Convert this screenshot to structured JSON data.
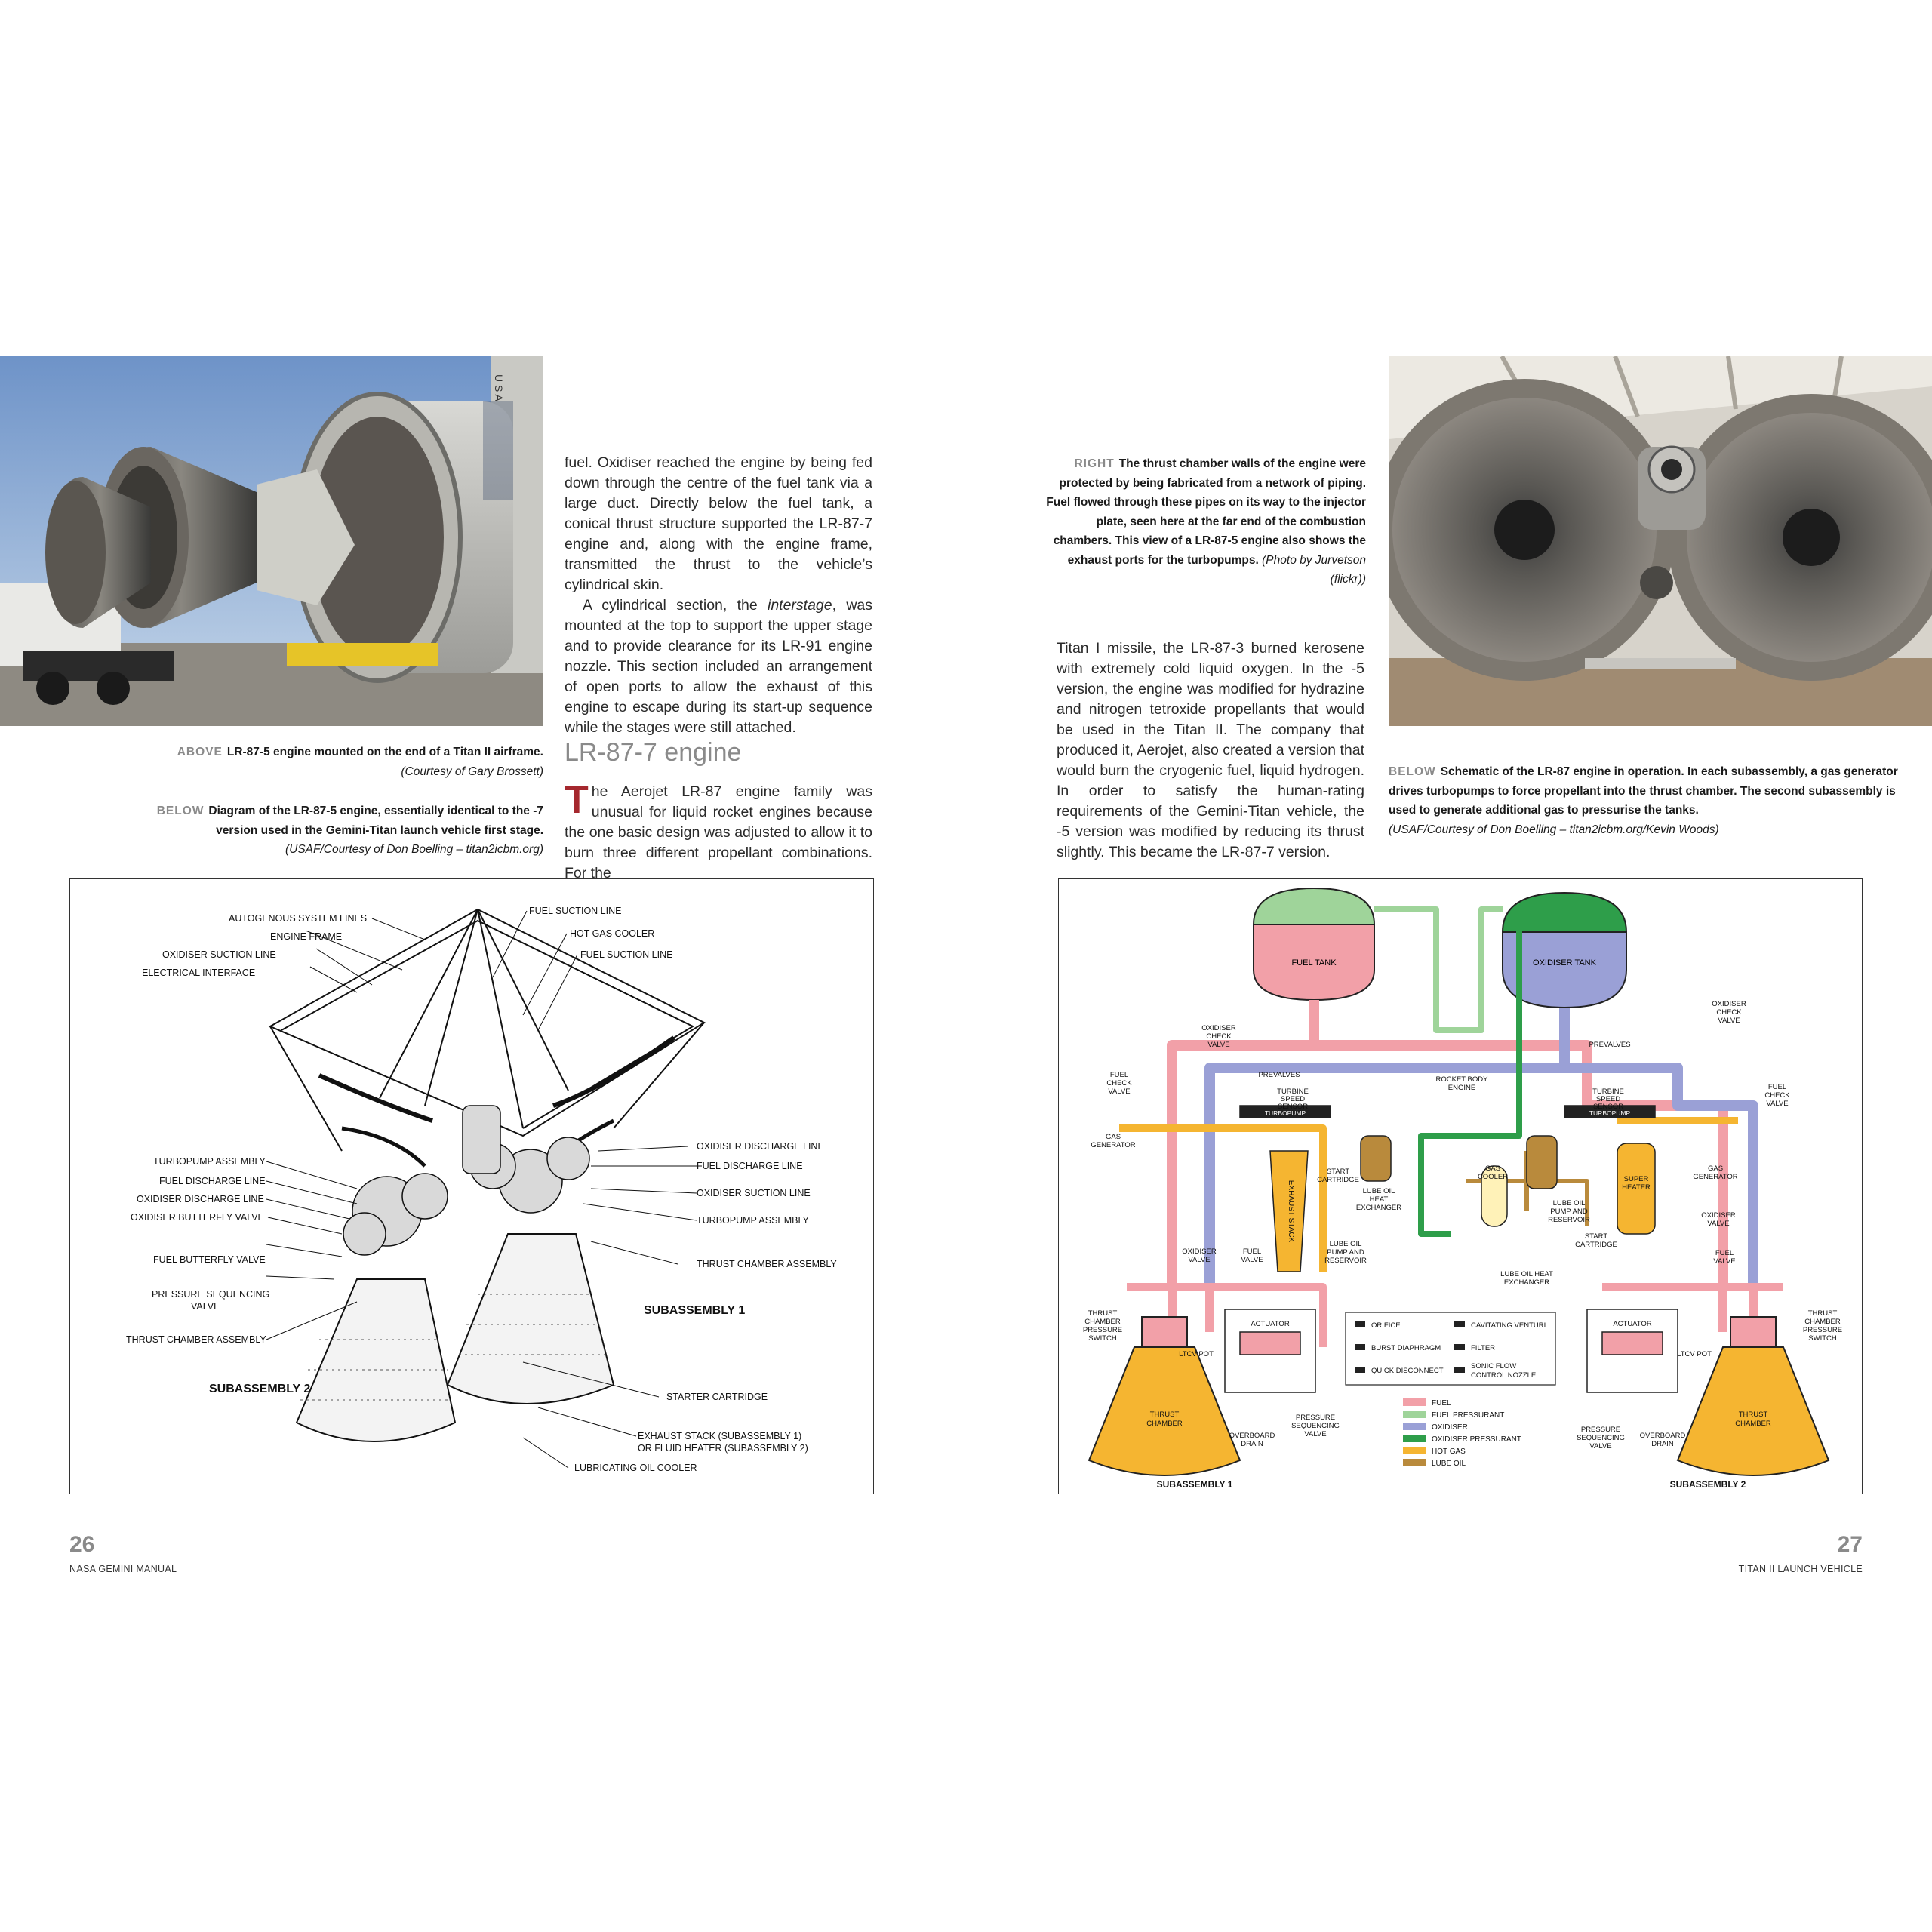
{
  "left_page": {
    "body_col": {
      "p1": "fuel. Oxidiser reached the engine by being fed down through the centre of the fuel tank via a large duct. Directly below the fuel tank, a conical thrust structure supported the LR-87-7 engine and, along with the engine frame, transmitted the thrust to the vehicle’s cylindrical skin.",
      "p2_pre": "A cylindrical section, the ",
      "p2_em": "interstage",
      "p2_post": ", was mounted at the top to support the upper stage and to provide clearance for its LR-91 engine nozzle. This section included an arrangement of open ports to allow the exhaust of this engine to escape during its start-up sequence while the stages were still attached."
    },
    "section_heading": "LR-87-7 engine",
    "section_dropcap": "T",
    "section_text": "he Aerojet LR-87 engine family was unusual for liquid rocket engines because the one basic design was adjusted to allow it to burn three different propellant combinations. For the",
    "photo_caption": {
      "label": "ABOVE",
      "text": "LR-87-5 engine mounted on the end of a Titan II airframe.",
      "credit": "(Courtesy of Gary Brossett)"
    },
    "diagram_caption": {
      "label": "BELOW",
      "text": "Diagram of the LR-87-5 engine, essentially identical to the -7 version used in the Gemini-Titan launch vehicle first stage.",
      "credit": "(USAF/Courtesy of Don Boelling – titan2icbm.org)"
    },
    "folio": "26",
    "running_head": "NASA GEMINI MANUAL",
    "photo_stencil": "U S A"
  },
  "left_diagram": {
    "labels": {
      "autogenous": "AUTOGENOUS SYSTEM LINES",
      "engine_frame": "ENGINE FRAME",
      "ox_suction": "OXIDISER SUCTION LINE",
      "elec": "ELECTRICAL INTERFACE",
      "fuel_suction_1": "FUEL SUCTION LINE",
      "hot_gas": "HOT GAS COOLER",
      "fuel_suction_2": "FUEL SUCTION LINE",
      "ox_discharge_r": "OXIDISER DISCHARGE LINE",
      "fuel_discharge_r": "FUEL DISCHARGE LINE",
      "ox_suction_r": "OXIDISER SUCTION LINE",
      "turbopump_r": "TURBOPUMP ASSEMBLY",
      "tca_r": "THRUST CHAMBER ASSEMBLY",
      "sub1": "SUBASSEMBLY 1",
      "turbopump_l": "TURBOPUMP ASSEMBLY",
      "fuel_discharge_l": "FUEL DISCHARGE LINE",
      "ox_discharge_l": "OXIDISER DISCHARGE LINE",
      "ox_butterfly": "OXIDISER BUTTERFLY VALVE",
      "fuel_butterfly": "FUEL BUTTERFLY VALVE",
      "psv_1": "PRESSURE SEQUENCING",
      "psv_2": "VALVE",
      "tca_l": "THRUST CHAMBER ASSEMBLY",
      "sub2": "SUBASSEMBLY 2",
      "starter": "STARTER CARTRIDGE",
      "exhaust_1": "EXHAUST STACK (SUBASSEMBLY 1)",
      "exhaust_2": "OR FLUID HEATER (SUBASSEMBLY 2)",
      "lube_cooler": "LUBRICATING OIL COOLER"
    }
  },
  "right_page": {
    "photo_caption": {
      "label": "RIGHT",
      "text": "The thrust chamber walls of the engine were protected by being fabricated from a network of piping. Fuel flowed through these pipes on its way to the injector plate, seen here at the far end of the combustion chambers. This view of a LR-87-5 engine also shows the exhaust ports for the turbopumps.",
      "credit": "(Photo by Jurvetson (flickr))"
    },
    "body_text": "Titan I missile, the LR-87-3 burned kerosene with extremely cold liquid oxygen. In the -5 version, the engine was modified for hydrazine and nitrogen tetroxide propellants that would be used in the Titan II. The company that produced it, Aerojet, also created a version that would burn the cryogenic fuel, liquid hydrogen. In order to satisfy the human-rating requirements of the Gemini-Titan vehicle, the -5 version was modified by reducing its thrust slightly. This became the LR-87-7 version.",
    "diagram_caption": {
      "label": "BELOW",
      "text": "Schematic of the LR-87 engine in operation. In each subassembly, a gas generator drives turbopumps to force propellant into the thrust chamber. The second subassembly is used to generate additional gas to pressurise the tanks.",
      "credit": "(USAF/Courtesy of Don Boelling – titan2icbm.org/Kevin Woods)"
    },
    "folio": "27",
    "running_head": "TITAN II LAUNCH VEHICLE"
  },
  "schematic": {
    "fuel_tank": "FUEL TANK",
    "oxidiser_tank": "OXIDISER TANK",
    "labels": {
      "ox_check_l_1": "OXIDISER",
      "ox_check_l_2": "CHECK",
      "ox_check_l_3": "VALVE",
      "fuel_check_l_1": "FUEL",
      "fuel_check_l_2": "CHECK",
      "fuel_check_l_3": "VALVE",
      "prevalves_l": "PREVALVES",
      "turbine_l_1": "TURBINE",
      "turbine_l_2": "SPEED",
      "turbine_l_3": "SENSOR",
      "turbopump_l": "TURBOPUMP",
      "gas_gen_l_1": "GAS",
      "gas_gen_l_2": "GENERATOR",
      "exhaust_stack": "EXHAUST STACK",
      "start_cart_l_1": "START",
      "start_cart_l_2": "CARTRIDGE",
      "lube_hx_l_1": "LUBE OIL",
      "lube_hx_l_2": "HEAT",
      "lube_hx_l_3": "EXCHANGER",
      "lube_pump_l_1": "LUBE OIL",
      "lube_pump_l_2": "PUMP AND",
      "lube_pump_l_3": "RESERVOIR",
      "ox_valve_l_1": "OXIDISER",
      "ox_valve_l_2": "VALVE",
      "fuel_valve_l_1": "FUEL",
      "fuel_valve_l_2": "VALVE",
      "tcps_l_1": "THRUST",
      "tcps_l_2": "CHAMBER",
      "tcps_l_3": "PRESSURE",
      "tcps_l_4": "SWITCH",
      "actuator_l": "ACTUATOR",
      "ltcv_l": "LTCV POT",
      "thrust_ch_l_1": "THRUST",
      "thrust_ch_l_2": "CHAMBER",
      "overboard_l_1": "OVERBOARD",
      "overboard_l_2": "DRAIN",
      "psv_l_1": "PRESSURE",
      "psv_l_2": "SEQUENCING",
      "psv_l_3": "VALVE",
      "rocket_body_1": "ROCKET BODY",
      "rocket_body_2": "ENGINE",
      "prevalves_r": "PREVALVES",
      "turbine_r_1": "TURBINE",
      "turbine_r_2": "SPEED",
      "turbine_r_3": "SENSOR",
      "turbopump_r": "TURBOPUMP",
      "ox_check_r_1": "OXIDISER",
      "ox_check_r_2": "CHECK",
      "ox_check_r_3": "VALVE",
      "fuel_check_r_1": "FUEL",
      "fuel_check_r_2": "CHECK",
      "fuel_check_r_3": "VALVE",
      "gas_gen_r_1": "GAS",
      "gas_gen_r_2": "GENERATOR",
      "gas_cooler_1": "GAS",
      "gas_cooler_2": "COOLER",
      "lube_pump_r_1": "LUBE OIL",
      "lube_pump_r_2": "PUMP AND",
      "lube_pump_r_3": "RESERVOIR",
      "super_heater_1": "SUPER",
      "super_heater_2": "HEATER",
      "start_cart_r_1": "START",
      "start_cart_r_2": "CARTRIDGE",
      "lube_hx_r_1": "LUBE OIL HEAT",
      "lube_hx_r_2": "EXCHANGER",
      "ox_valve_r_1": "OXIDISER",
      "ox_valve_r_2": "VALVE",
      "fuel_valve_r_1": "FUEL",
      "fuel_valve_r_2": "VALVE",
      "tcps_r_1": "THRUST",
      "tcps_r_2": "CHAMBER",
      "tcps_r_3": "PRESSURE",
      "tcps_r_4": "SWITCH",
      "actuator_r": "ACTUATOR",
      "ltcv_r": "LTCV POT",
      "thrust_ch_r_1": "THRUST",
      "thrust_ch_r_2": "CHAMBER",
      "overboard_r_1": "OVERBOARD",
      "overboard_r_2": "DRAIN",
      "psv_r_1": "PRESSURE",
      "psv_r_2": "SEQUENCING",
      "psv_r_3": "VALVE",
      "sub1": "SUBASSEMBLY 1",
      "sub2": "SUBASSEMBLY 2"
    },
    "symbols": {
      "orifice": "ORIFICE",
      "burst": "BURST DIAPHRAGM",
      "quick": "QUICK DISCONNECT",
      "cavitating": "CAVITATING VENTURI",
      "filter": "FILTER",
      "sonic_1": "SONIC FLOW",
      "sonic_2": "CONTROL NOZZLE"
    },
    "legend": [
      {
        "label": "FUEL",
        "color": "#f2a0a8"
      },
      {
        "label": "FUEL PRESSURANT",
        "color": "#9fd49a"
      },
      {
        "label": "OXIDISER",
        "color": "#9aa0d6"
      },
      {
        "label": "OXIDISER PRESSURANT",
        "color": "#2e9e4a"
      },
      {
        "label": "HOT GAS",
        "color": "#f5b531"
      },
      {
        "label": "LUBE OIL",
        "color": "#b98a3c"
      }
    ]
  }
}
